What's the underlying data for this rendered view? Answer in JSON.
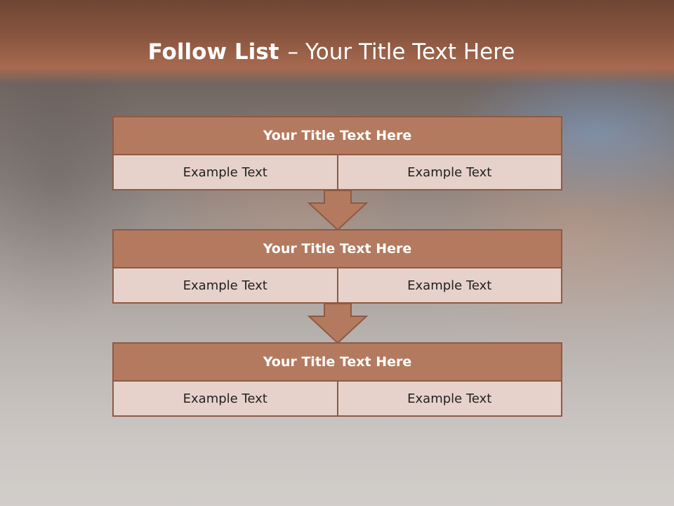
{
  "slide": {
    "title_bold": "Follow List",
    "title_separator": "–",
    "title_rest": "Your Title Text Here"
  },
  "blocks": [
    {
      "title": "Your Title Text Here",
      "left_text": "Example Text",
      "right_text": "Example Text"
    },
    {
      "title": "Your Title Text Here",
      "left_text": "Example Text",
      "right_text": "Example Text"
    },
    {
      "title": "Your Title Text Here",
      "left_text": "Example Text",
      "right_text": "Example Text"
    }
  ],
  "colors": {
    "header": "#8a5640",
    "block_title": "#b47a5f",
    "block_cell": "#e6d2cb",
    "border": "#8e5a45",
    "arrow": "#b47a5f"
  }
}
